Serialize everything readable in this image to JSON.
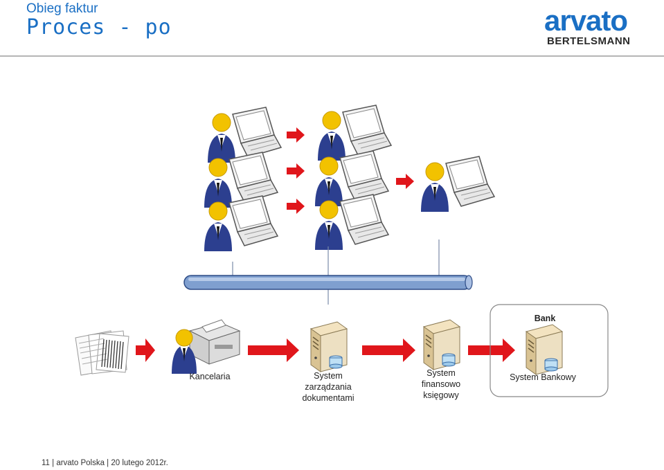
{
  "header": {
    "subtitle": "Obieg faktur",
    "title": "Proces - po"
  },
  "logo": {
    "main": "arvato",
    "sub": "BERTELSMANN"
  },
  "diagram": {
    "nodes": [
      {
        "id": "kancelaria",
        "label_lines": [
          "Kancelaria"
        ]
      },
      {
        "id": "system-dokumenty",
        "label_lines": [
          "System",
          "zarządzania",
          "dokumentami"
        ]
      },
      {
        "id": "system-finansowo",
        "label_lines": [
          "System",
          "finansowo",
          "księgowy"
        ]
      },
      {
        "id": "system-bankowy",
        "label_lines": [
          "System Bankowy"
        ]
      }
    ],
    "bank_group_label": "Bank"
  },
  "footer": {
    "text": "11 | arvato  Polska | 20 lutego 2012r."
  },
  "colors": {
    "accent": "#1a6fc4",
    "arrow": "#e0161b",
    "bus": "#7f9fcf",
    "suit": "#2c3f8f",
    "head": "#f2c200"
  },
  "icons": [
    "person-laptop-icon",
    "red-arrow-icon",
    "network-bus-icon",
    "documents-icon",
    "printer-person-icon",
    "server-icon"
  ]
}
